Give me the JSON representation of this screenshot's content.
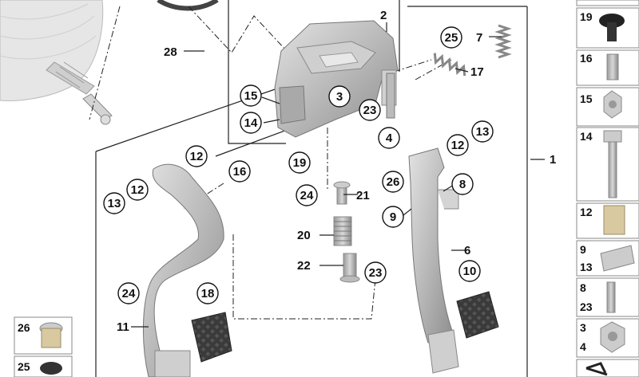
{
  "diagram": {
    "callouts": {
      "p1": "1",
      "p2": "2",
      "p3": "3",
      "p4": "4",
      "p6": "6",
      "p7": "7",
      "p8": "8",
      "p9": "9",
      "p10": "10",
      "p11": "11",
      "p12a": "12",
      "p12b": "12",
      "p12c": "12",
      "p13a": "13",
      "p13b": "13",
      "p14": "14",
      "p15": "15",
      "p16": "16",
      "p17": "17",
      "p18": "18",
      "p19": "19",
      "p20": "20",
      "p21": "21",
      "p22": "22",
      "p23a": "23",
      "p23b": "23",
      "p24a": "24",
      "p24b": "24",
      "p25": "25",
      "p26": "26",
      "p28": "28"
    },
    "legend_right": [
      "19",
      "16",
      "15",
      "14",
      "12",
      "9",
      "13",
      "8",
      "23",
      "3",
      "4"
    ],
    "legend_left": [
      "26",
      "25"
    ]
  }
}
